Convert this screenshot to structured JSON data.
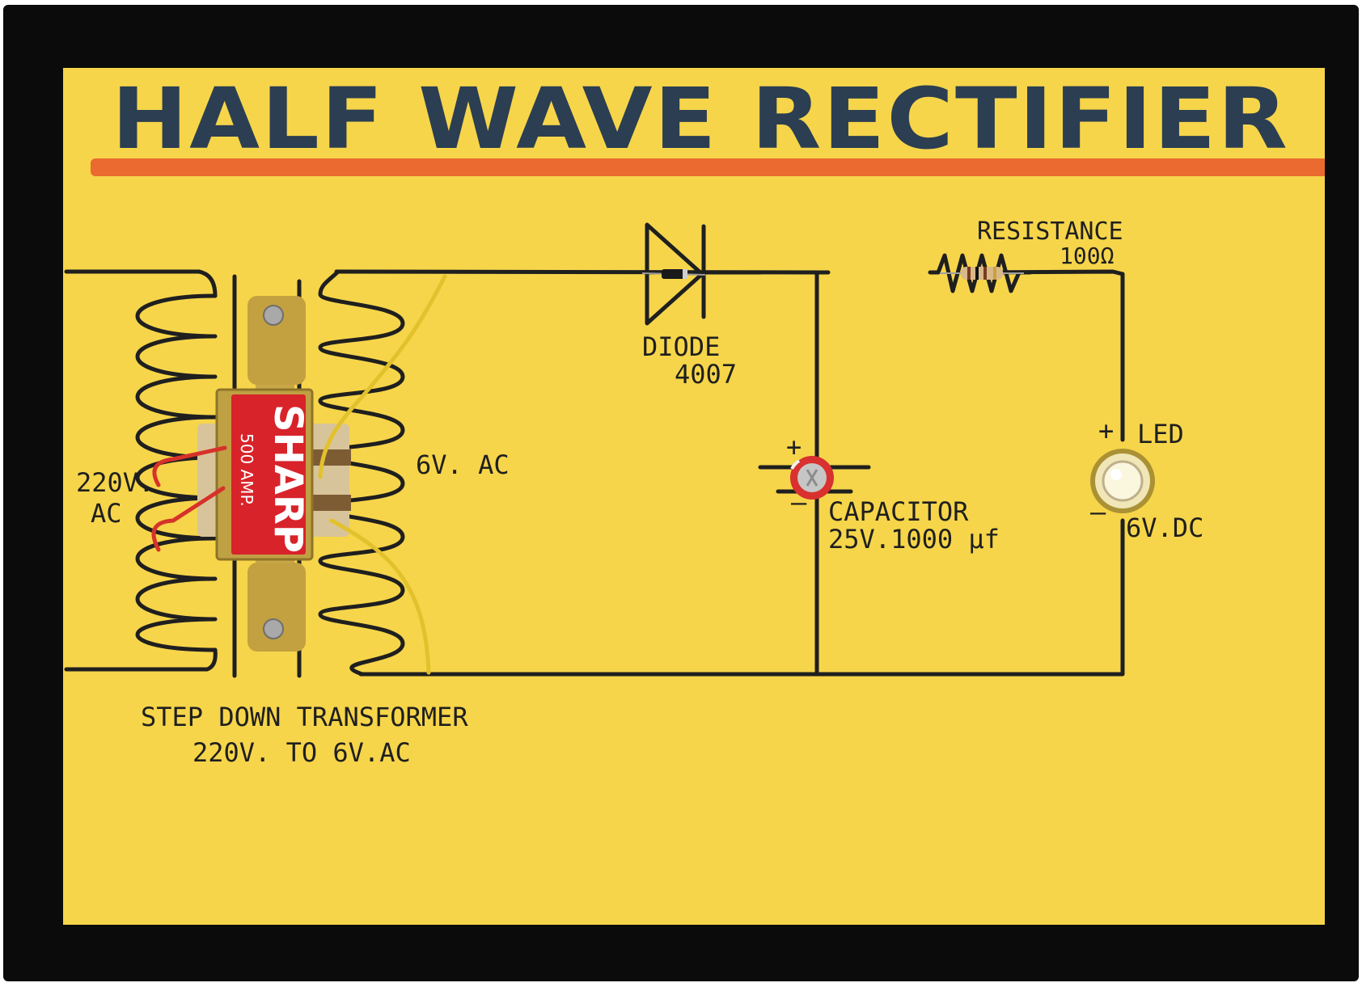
{
  "title": "HALF WAVE RECTIFIER",
  "labels": {
    "input_voltage_1": "220V.",
    "input_voltage_2": "AC",
    "secondary_voltage": "6V. AC",
    "diode_1": "DIODE",
    "diode_2": "4007",
    "resistance_1": "RESISTANCE",
    "resistance_2": "100Ω",
    "capacitor_1": "CAPACITOR",
    "capacitor_2": "25V.1000 μf",
    "capacitor_plus": "+",
    "capacitor_minus": "–",
    "led_plus": "+",
    "led_name": "LED",
    "led_minus": "–",
    "output_voltage": "6V.DC",
    "transformer_1": "STEP DOWN TRANSFORMER",
    "transformer_2": "220V. TO 6V.AC"
  },
  "transformer_sticker": {
    "brand": "SHARP",
    "rating": "500 AMP."
  },
  "colors": {
    "frame": "#0b0b0b",
    "board": "#f6d54a",
    "title_ink": "#2b3e52",
    "underline": "#ea6a2f",
    "ink": "#1f1f1f",
    "sticker_red": "#d8232a",
    "wire_yellow": "#e2c12c",
    "wire_red": "#d6322a"
  }
}
